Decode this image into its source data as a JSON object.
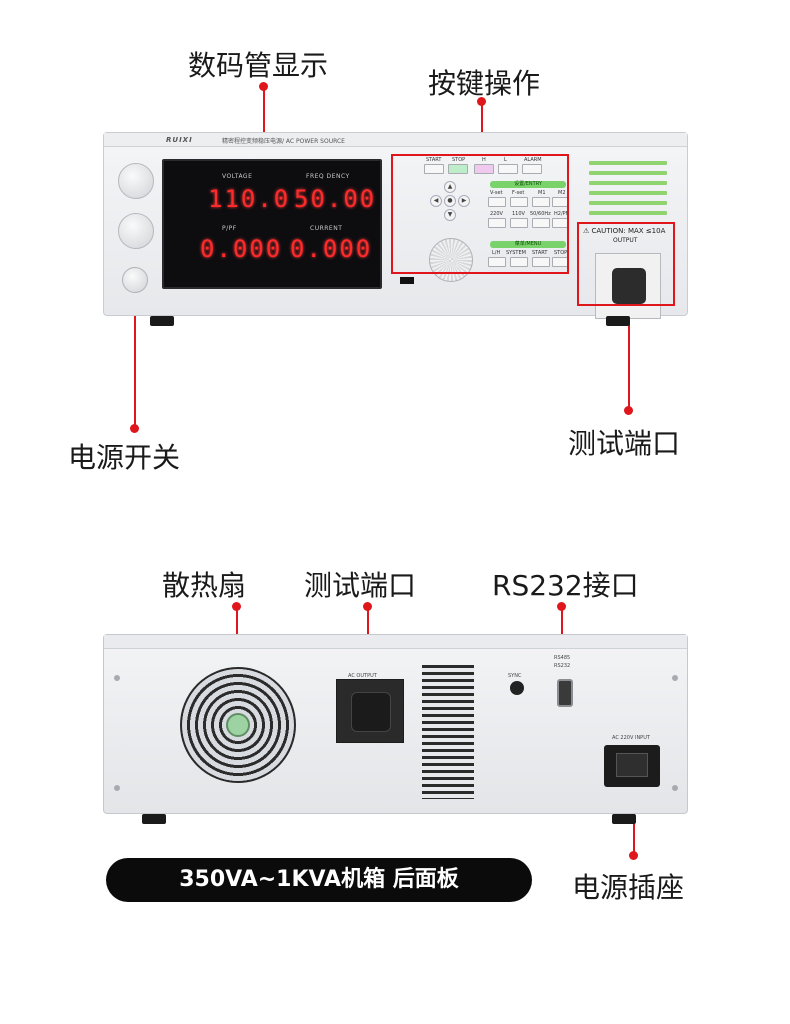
{
  "callouts": {
    "display": "数码管显示",
    "keys": "按键操作",
    "power_switch": "电源开关",
    "test_port_front": "测试端口",
    "fan": "散热扇",
    "test_port_rear": "测试端口",
    "rs232": "RS232接口",
    "power_socket": "电源插座"
  },
  "front_panel": {
    "brand": "RUIXI",
    "model_text": "精密程控变频稳压电源/ AC POWER SOURCE",
    "display": {
      "voltage_label": "VOLTAGE",
      "voltage_value": "110.0",
      "frequency_label": "FREQ DENCY",
      "frequency_value": "50.00",
      "pf_label": "P/PF",
      "pf_value": "0.000",
      "current_label": "CURRENT",
      "current_value": "0.000"
    },
    "keys": {
      "row1": [
        "START",
        "STOP",
        "H",
        "L",
        "ALARM"
      ],
      "entry_group": "设置/ENTRY",
      "row2": [
        "V-set",
        "F-set",
        "M1",
        "M2"
      ],
      "row3": [
        "220V",
        "110V",
        "50/60Hz",
        "H2/PF"
      ],
      "menu_group": "菜单/MENU",
      "row4": [
        "L/H",
        "SYSTEM",
        "START",
        "STOP"
      ]
    },
    "caution": "⚠ CAUTION: MAX ≤10A",
    "output_label": "OUTPUT"
  },
  "rear_panel": {
    "ac_output_label": "AC OUTPUT",
    "sync_label": "SYNC",
    "rs485_label": "RS485",
    "rs232_label": "RS232",
    "input_label": "AC 220V INPUT"
  },
  "banner": "350VA~1KVA机箱 后面板",
  "colors": {
    "accent": "#e0161d",
    "segment": "#ff2a2a",
    "green": "#7ad36a"
  }
}
